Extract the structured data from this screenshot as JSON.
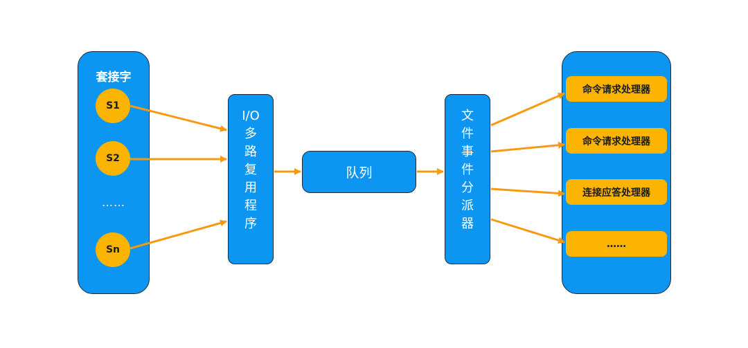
{
  "sockets": {
    "title": "套接字",
    "items": [
      "S1",
      "S2",
      "Sn"
    ],
    "ellipsis": "……"
  },
  "multiplexer": {
    "label": [
      "I/O",
      "多",
      "路",
      "复",
      "用",
      "程",
      "序"
    ]
  },
  "queue": {
    "label": "队列"
  },
  "dispatcher": {
    "label": [
      "文",
      "件",
      "事",
      "件",
      "分",
      "派",
      "器"
    ]
  },
  "handlers": {
    "items": [
      "命令请求处理器",
      "命令请求处理器",
      "连接应答处理器",
      "……"
    ]
  },
  "colors": {
    "box": "#0d95f2",
    "node": "#fbb401",
    "arrow": "#f79a12"
  }
}
